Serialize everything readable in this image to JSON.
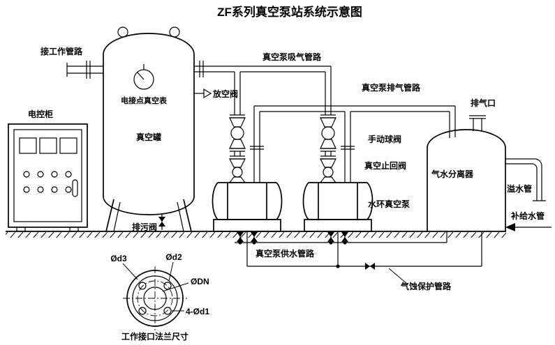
{
  "title": "ZF系列真空泵站系统示意图",
  "colors": {
    "line": "#000000",
    "background": "#ffffff"
  },
  "labels": {
    "work_pipe": "接工作管路",
    "control_cabinet": "电控柜",
    "contact_vacuum_gauge": "电接点真空表",
    "vacuum_tank": "真空罐",
    "vent_valve": "放空阀",
    "suction_line": "真空泵吸气管路",
    "exhaust_line": "真空泵排气管路",
    "exhaust_port": "排气口",
    "manual_ball_valve": "手动球阀",
    "vacuum_check_valve": "真空止回阀",
    "separator": "气水分离器",
    "overflow_pipe": "溢水管",
    "water_ring_pump": "水环真空泵",
    "makeup_water_pipe": "补给水管",
    "drain_valve": "排污阀",
    "supply_line": "真空泵供水管路",
    "cavitation_line": "气蚀保护管路",
    "flange_caption": "工作接口法兰尺寸",
    "dim_d3": "Ød3",
    "dim_d2": "Ød2",
    "dim_dn": "ØDN",
    "dim_d1": "4-Ød1"
  }
}
